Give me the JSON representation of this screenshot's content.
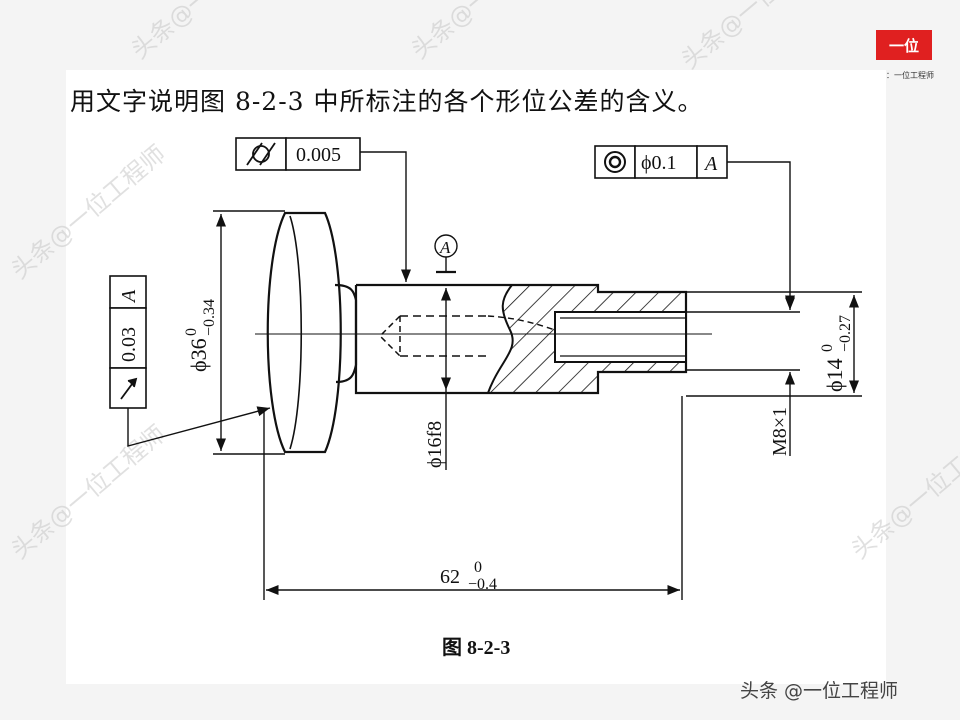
{
  "question": "用文字说明图 8-2-3 中所标注的各个形位公差的含义。",
  "figure_caption": "图 8-2-3",
  "logo": {
    "box_text": "一位",
    "subtitle": "：一位工程师"
  },
  "footer_watermark": "头条 @一位工程师",
  "background_watermark": "头条@一位工程师",
  "tolerances": {
    "cylindricity": {
      "symbol": "cylindricity-icon",
      "value": "0.005"
    },
    "concentricity": {
      "symbol": "concentricity-icon",
      "value": "ϕ0.1",
      "datum": "A"
    },
    "runout": {
      "symbol": "circular-runout-icon",
      "value": "0.03",
      "datum": "A"
    }
  },
  "datum_label": "A",
  "dimensions": {
    "head_diameter": {
      "prefix": "ϕ36",
      "upper": "0",
      "lower": "−0.34"
    },
    "shaft_diameter": "ϕ16f8",
    "bore_diameter": {
      "prefix": "ϕ14",
      "upper": "0",
      "lower": "−0.27"
    },
    "thread": "M8×1",
    "length": {
      "prefix": "62",
      "upper": "0",
      "lower": "−0.4"
    }
  }
}
